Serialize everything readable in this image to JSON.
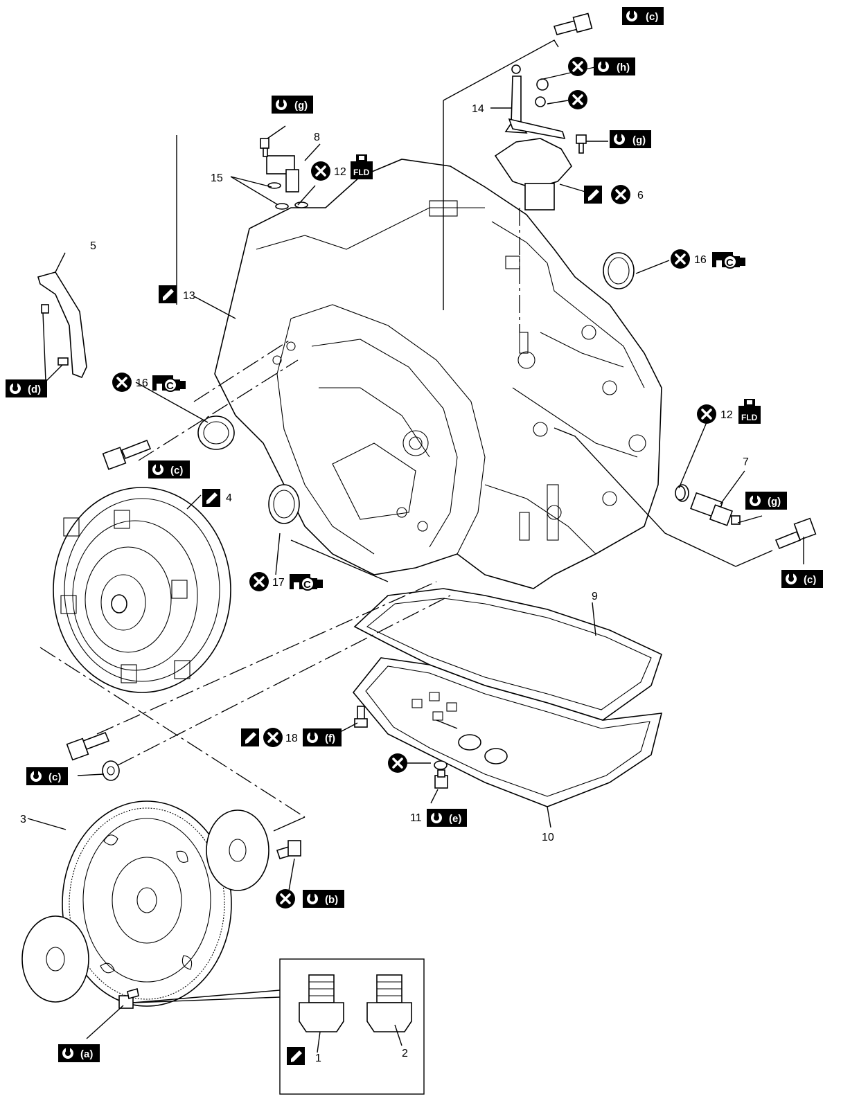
{
  "parts": [
    {
      "id": "1",
      "label": "1"
    },
    {
      "id": "2",
      "label": "2"
    },
    {
      "id": "3",
      "label": "3"
    },
    {
      "id": "4",
      "label": "4"
    },
    {
      "id": "5",
      "label": "5"
    },
    {
      "id": "6",
      "label": "6"
    },
    {
      "id": "7",
      "label": "7"
    },
    {
      "id": "8",
      "label": "8"
    },
    {
      "id": "9",
      "label": "9"
    },
    {
      "id": "10",
      "label": "10"
    },
    {
      "id": "11",
      "label": "11"
    },
    {
      "id": "12a",
      "label": "12"
    },
    {
      "id": "12b",
      "label": "12"
    },
    {
      "id": "13",
      "label": "13"
    },
    {
      "id": "14",
      "label": "14"
    },
    {
      "id": "15a",
      "label": "15"
    },
    {
      "id": "15b",
      "label": "15"
    },
    {
      "id": "16a",
      "label": "16"
    },
    {
      "id": "16b",
      "label": "16"
    },
    {
      "id": "17",
      "label": "17"
    },
    {
      "id": "18",
      "label": "18"
    }
  ],
  "torque": {
    "a": "(a)",
    "b": "(b)",
    "c": "(c)",
    "d": "(d)",
    "e": "(e)",
    "f": "(f)",
    "g": "(g)",
    "h": "(h)"
  },
  "fluid_label": "FLD",
  "grease_label": "C",
  "icons": {
    "tighten": "wrench-icon",
    "do_not_reuse": "x-circle-icon",
    "sealant": "sealant-icon",
    "fluid": "fluid-can-icon",
    "grease": "grease-gun-icon"
  },
  "colors": {
    "ink": "#000000",
    "paper": "#ffffff"
  }
}
